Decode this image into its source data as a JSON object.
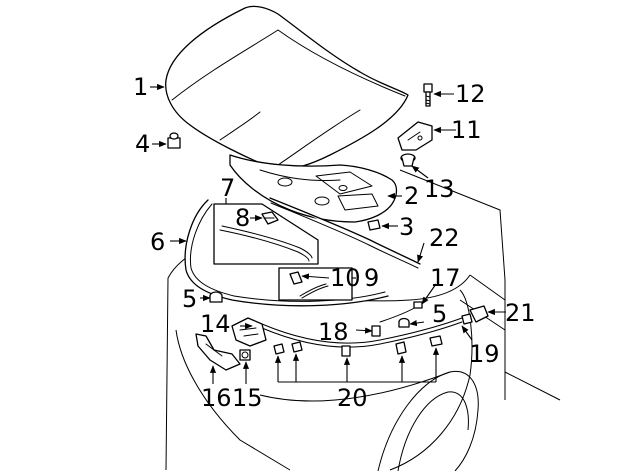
{
  "diagram": {
    "colors": {
      "line": "#000000",
      "background": "#ffffff"
    },
    "callouts": {
      "c1": "1",
      "c2": "2",
      "c3": "3",
      "c4": "4",
      "c5a": "5",
      "c5b": "5",
      "c6": "6",
      "c7": "7",
      "c8": "8",
      "c9": "9",
      "c10": "10",
      "c11": "11",
      "c12": "12",
      "c13": "13",
      "c14": "14",
      "c15": "15",
      "c16": "16",
      "c17": "17",
      "c18": "18",
      "c19": "19",
      "c20": "20",
      "c21": "21",
      "c22": "22"
    }
  }
}
